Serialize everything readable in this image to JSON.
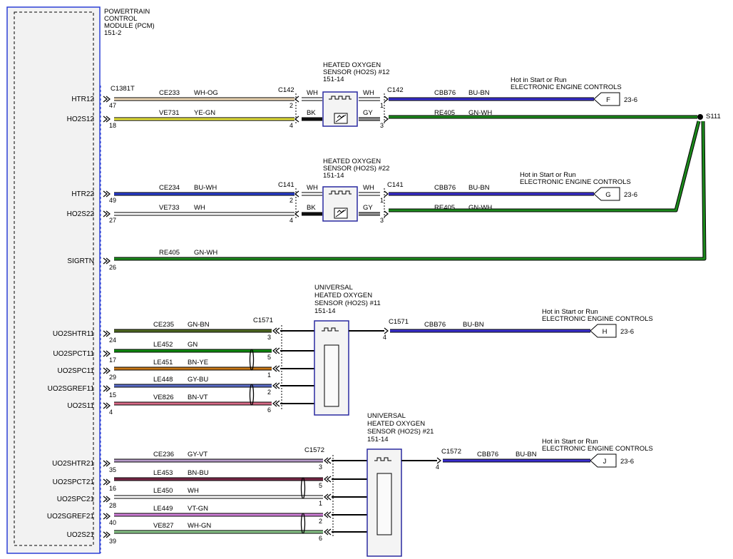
{
  "pcm": {
    "title_lines": [
      "POWERTRAIN",
      "CONTROL",
      "MODULE (PCM)",
      "151-2"
    ],
    "connector": "C1381T"
  },
  "signals": [
    {
      "name": "HTR12",
      "pin": "47",
      "circuit": "CE233",
      "wire": "WH-OG",
      "color": "#f2dbb7"
    },
    {
      "name": "HO2S12",
      "pin": "18",
      "circuit": "VE731",
      "wire": "YE-GN",
      "color": "#e8e43c"
    },
    {
      "name": "HTR22",
      "pin": "49",
      "circuit": "CE234",
      "wire": "BU-WH",
      "color": "#2a3fd0"
    },
    {
      "name": "HO2S22",
      "pin": "27",
      "circuit": "VE733",
      "wire": "WH",
      "color": "#ffffff"
    },
    {
      "name": "SIGRTN",
      "pin": "26",
      "circuit": "RE405",
      "wire": "GN-WH",
      "color": "#1c8a1c"
    },
    {
      "name": "UO2SHTR11",
      "pin": "24",
      "circuit": "CE235",
      "wire": "GN-BN",
      "color": "#4f6a22"
    },
    {
      "name": "UO2SPCT11",
      "pin": "17",
      "circuit": "LE452",
      "wire": "GN",
      "color": "#0f8a0f"
    },
    {
      "name": "UO2SPC11",
      "pin": "29",
      "circuit": "LE451",
      "wire": "BN-YE",
      "color": "#c87818"
    },
    {
      "name": "UO2SGREF11",
      "pin": "15",
      "circuit": "LE448",
      "wire": "GY-BU",
      "color": "#5a6cc8"
    },
    {
      "name": "UO2S11",
      "pin": "4",
      "circuit": "VE826",
      "wire": "BN-VT",
      "color": "#d86a86"
    },
    {
      "name": "UO2SHTR21",
      "pin": "35",
      "circuit": "CE236",
      "wire": "GY-VT",
      "color": "#b69ac8"
    },
    {
      "name": "UO2SPCT21",
      "pin": "16",
      "circuit": "LE453",
      "wire": "BN-BU",
      "color": "#7a2848"
    },
    {
      "name": "UO2SPC21",
      "pin": "28",
      "circuit": "LE450",
      "wire": "WH",
      "color": "#ffffff"
    },
    {
      "name": "UO2SGREF21",
      "pin": "40",
      "circuit": "LE449",
      "wire": "VT-GN",
      "color": "#d080d8"
    },
    {
      "name": "UO2S21",
      "pin": "39",
      "circuit": "VE827",
      "wire": "WH-GN",
      "color": "#8ac88a"
    }
  ],
  "sensors": {
    "ho2s12": {
      "title_lines": [
        "HEATED OXYGEN",
        "SENSOR (HO2S) #12",
        "151-14"
      ],
      "conn_left": "C142",
      "conn_right": "C142",
      "pins_left": [
        "2",
        "4"
      ],
      "pins_right": [
        "1",
        "3"
      ],
      "wire_labels_left": [
        "WH",
        "BK"
      ],
      "wire_labels_right": [
        "WH",
        "GY"
      ]
    },
    "ho2s22": {
      "title_lines": [
        "HEATED OXYGEN",
        "SENSOR (HO2S) #22",
        "151-14"
      ],
      "conn_left": "C141",
      "conn_right": "C141",
      "pins_left": [
        "2",
        "4"
      ],
      "pins_right": [
        "1",
        "3"
      ],
      "wire_labels_left": [
        "WH",
        "BK"
      ],
      "wire_labels_right": [
        "WH",
        "GY"
      ]
    },
    "uho2s11": {
      "title_lines": [
        "UNIVERSAL",
        "HEATED OXYGEN",
        "SENSOR (HO2S) #11",
        "151-14"
      ],
      "conn_left": "C1571",
      "conn_right": "C1571",
      "pins_left": [
        "3",
        "5",
        "1",
        "2",
        "6"
      ],
      "pin_right": "4"
    },
    "uho2s21": {
      "title_lines": [
        "UNIVERSAL",
        "HEATED OXYGEN",
        "SENSOR (HO2S) #21",
        "151-14"
      ],
      "conn_left": "C1572",
      "conn_right": "C1572",
      "pins_left": [
        "3",
        "5",
        "1",
        "2",
        "6"
      ],
      "pin_right": "4"
    }
  },
  "feeds": [
    {
      "label1": "Hot in Start or Run",
      "label2": "ELECTRONIC ENGINE CONTROLS",
      "circuit": "CBB76",
      "wire": "BU-BN",
      "letter": "F",
      "page": "23-6",
      "pin": "1"
    },
    {
      "label1": "Hot in Start or Run",
      "label2": "ELECTRONIC ENGINE CONTROLS",
      "circuit": "CBB76",
      "wire": "BU-BN",
      "letter": "G",
      "page": "23-6",
      "pin": "1"
    },
    {
      "label1": "Hot in Start or Run",
      "label2": "ELECTRONIC ENGINE CONTROLS",
      "circuit": "CBB76",
      "wire": "BU-BN",
      "letter": "H",
      "page": "23-6",
      "pin": "4"
    },
    {
      "label1": "Hot in Start or Run",
      "label2": "ELECTRONIC ENGINE CONTROLS",
      "circuit": "CBB76",
      "wire": "BU-BN",
      "letter": "J",
      "page": "23-6",
      "pin": "4"
    }
  ],
  "returns": [
    {
      "circuit": "RE405",
      "wire": "GN-WH",
      "pin": "3"
    },
    {
      "circuit": "RE405",
      "wire": "GN-WH",
      "pin": "3"
    }
  ],
  "splice": "S111",
  "colors": {
    "feed_wire": "#3a2fd0",
    "return_wire": "#1c8a1c",
    "module_border": "#2b3fd6",
    "module_fill": "#f2f2f2"
  }
}
